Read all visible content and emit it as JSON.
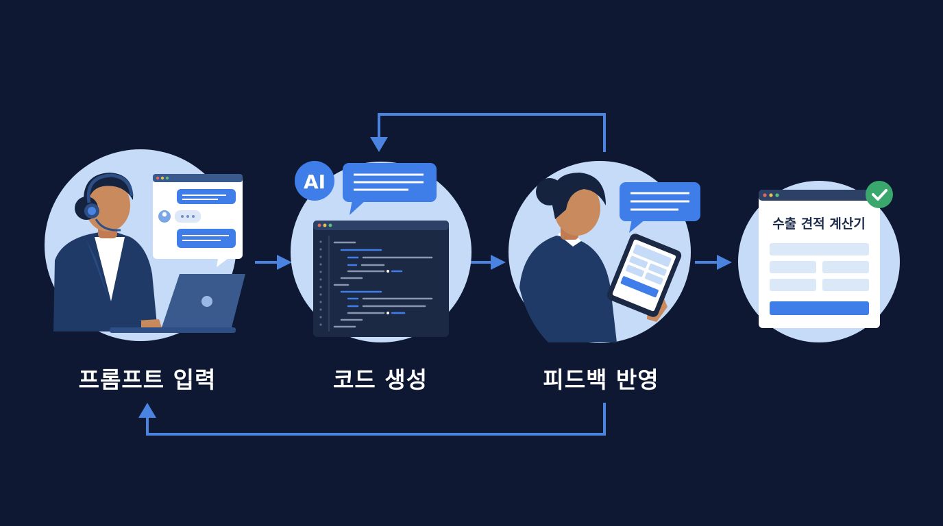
{
  "steps": [
    {
      "label": "프롬프트 입력"
    },
    {
      "label": "코드 생성"
    },
    {
      "label": "피드백 반영"
    },
    {
      "label": ""
    }
  ],
  "ai_badge": "AI",
  "result_card": {
    "title": "수출 견적 계산기"
  },
  "icons": [
    "headset-person-icon",
    "laptop-icon",
    "chat-window-icon",
    "ai-badge-icon",
    "speech-bubble-icon",
    "code-editor-icon",
    "person-with-tablet-icon",
    "tablet-icon",
    "check-badge-icon",
    "arrow-right-icon",
    "loop-arrow-icon"
  ],
  "colors": {
    "background": "#0e1833",
    "circle": "#c6dbf7",
    "accent": "#3f7ee8",
    "navy": "#1f3a66",
    "check": "#3aa76d"
  }
}
